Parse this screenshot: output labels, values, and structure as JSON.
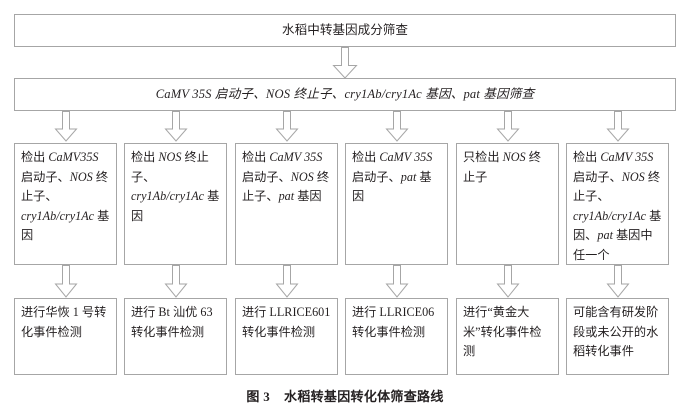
{
  "figure": {
    "caption_label": "图 3",
    "caption_title": "水稻转基因转化体筛查路线",
    "line_color": "#a6a6a6",
    "text_color": "#231f20",
    "background": "#ffffff"
  },
  "flow": {
    "top_box": "水稻中转基因成分筛查",
    "screening_box": "CaMV 35S 启动子、NOS 终止子、cry1Ab/cry1Ac 基因、pat 基因筛查",
    "columns": [
      {
        "detect": "检出 CaMV35S 启动子、NOS 终止子、cry1Ab/cry1Ac 基因",
        "action": "进行华恢 1 号转化事件检测"
      },
      {
        "detect": "检出 NOS 终止子、cry1Ab/cry1Ac 基因",
        "action": "进行 Bt 汕优 63 转化事件检测"
      },
      {
        "detect": "检出 CaMV 35S 启动子、NOS 终止子、pat 基因",
        "action": "进行 LLRICE601 转化事件检测"
      },
      {
        "detect": "检出 CaMV 35S 启动子、pat 基因",
        "action": "进行 LLRICE06 转化事件检测"
      },
      {
        "detect": "只检出 NOS 终止子",
        "action": "进行“黄金大米”转化事件检测"
      },
      {
        "detect": "检出 CaMV 35S 启动子、NOS 终止子、cry1Ab/cry1Ac 基因、pat 基因中任一个",
        "action": "可能含有研发阶段或未公开的水稻转化事件"
      }
    ]
  }
}
